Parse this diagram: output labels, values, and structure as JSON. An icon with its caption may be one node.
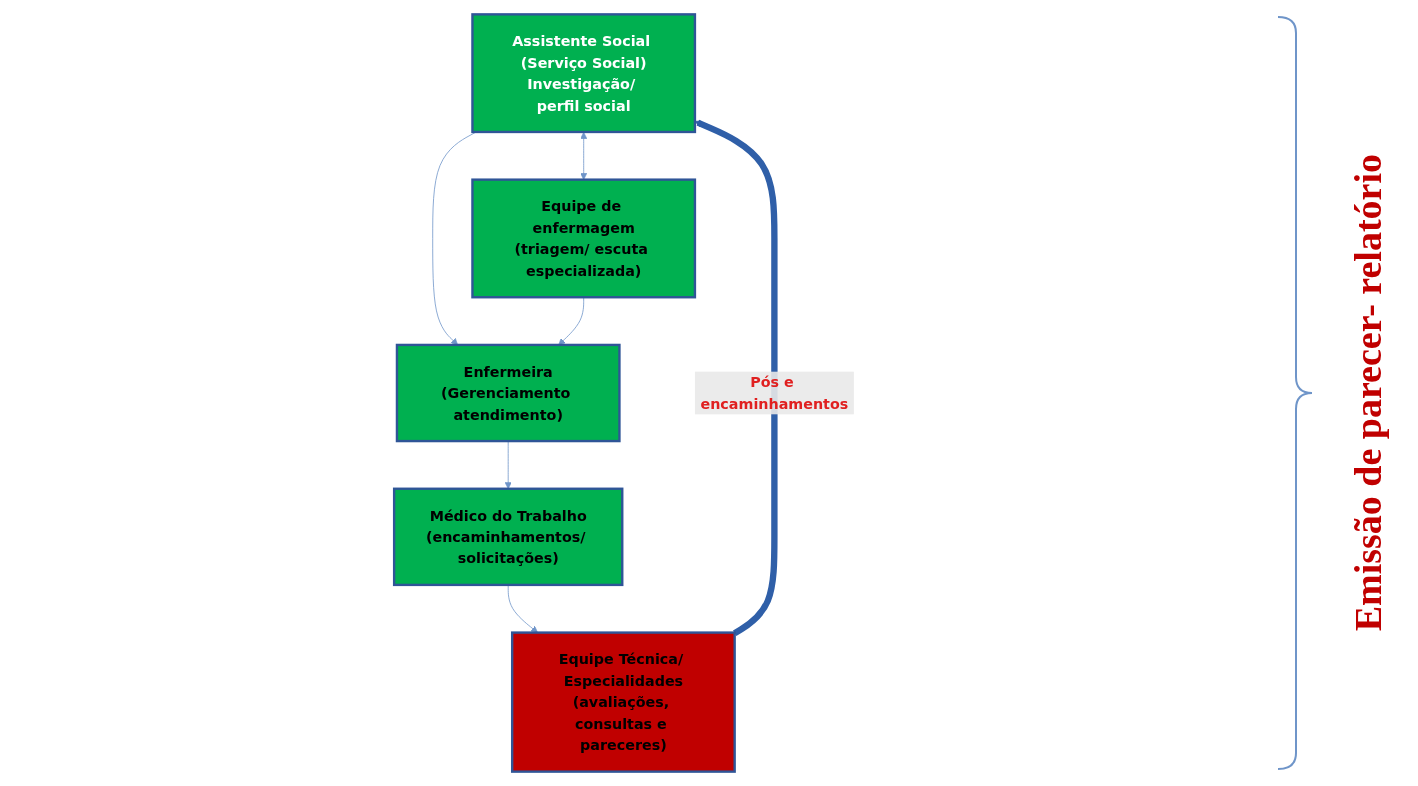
{
  "diagram": {
    "nodes": [
      {
        "text": [
          "Assistente Social (Serviço Social)",
          "Investigação/ perfil social"
        ]
      },
      {
        "text": [
          "Equipe de enfermagem",
          "(triagem/ escuta especializada)"
        ]
      },
      {
        "text": [
          "Enfermeira",
          "(Gerenciamento atendimento)"
        ]
      },
      {
        "text": [
          "Médico do Trabalho",
          "(encaminhamentos/ solicitações)"
        ]
      },
      {
        "text": [
          "Equipe Técnica/ Especialidades",
          "(avaliações, consultas e pareceres)"
        ]
      }
    ],
    "edges": [
      {
        "from": 0,
        "to": 1,
        "arrow": "both"
      },
      {
        "from": 0,
        "to": 2,
        "arrow": "to"
      },
      {
        "from": 1,
        "to": 2,
        "arrow": "to"
      },
      {
        "from": 2,
        "to": 3,
        "arrow": "to"
      },
      {
        "from": 3,
        "to": 4,
        "arrow": "to"
      },
      {
        "from": 4,
        "to": 0,
        "arrow": "to",
        "label": "Pós e encaminhamentos",
        "style": "thick",
        "color": "#2f5fa8"
      }
    ],
    "labels": [
      "Emissão de parecer- relatório"
    ]
  }
}
